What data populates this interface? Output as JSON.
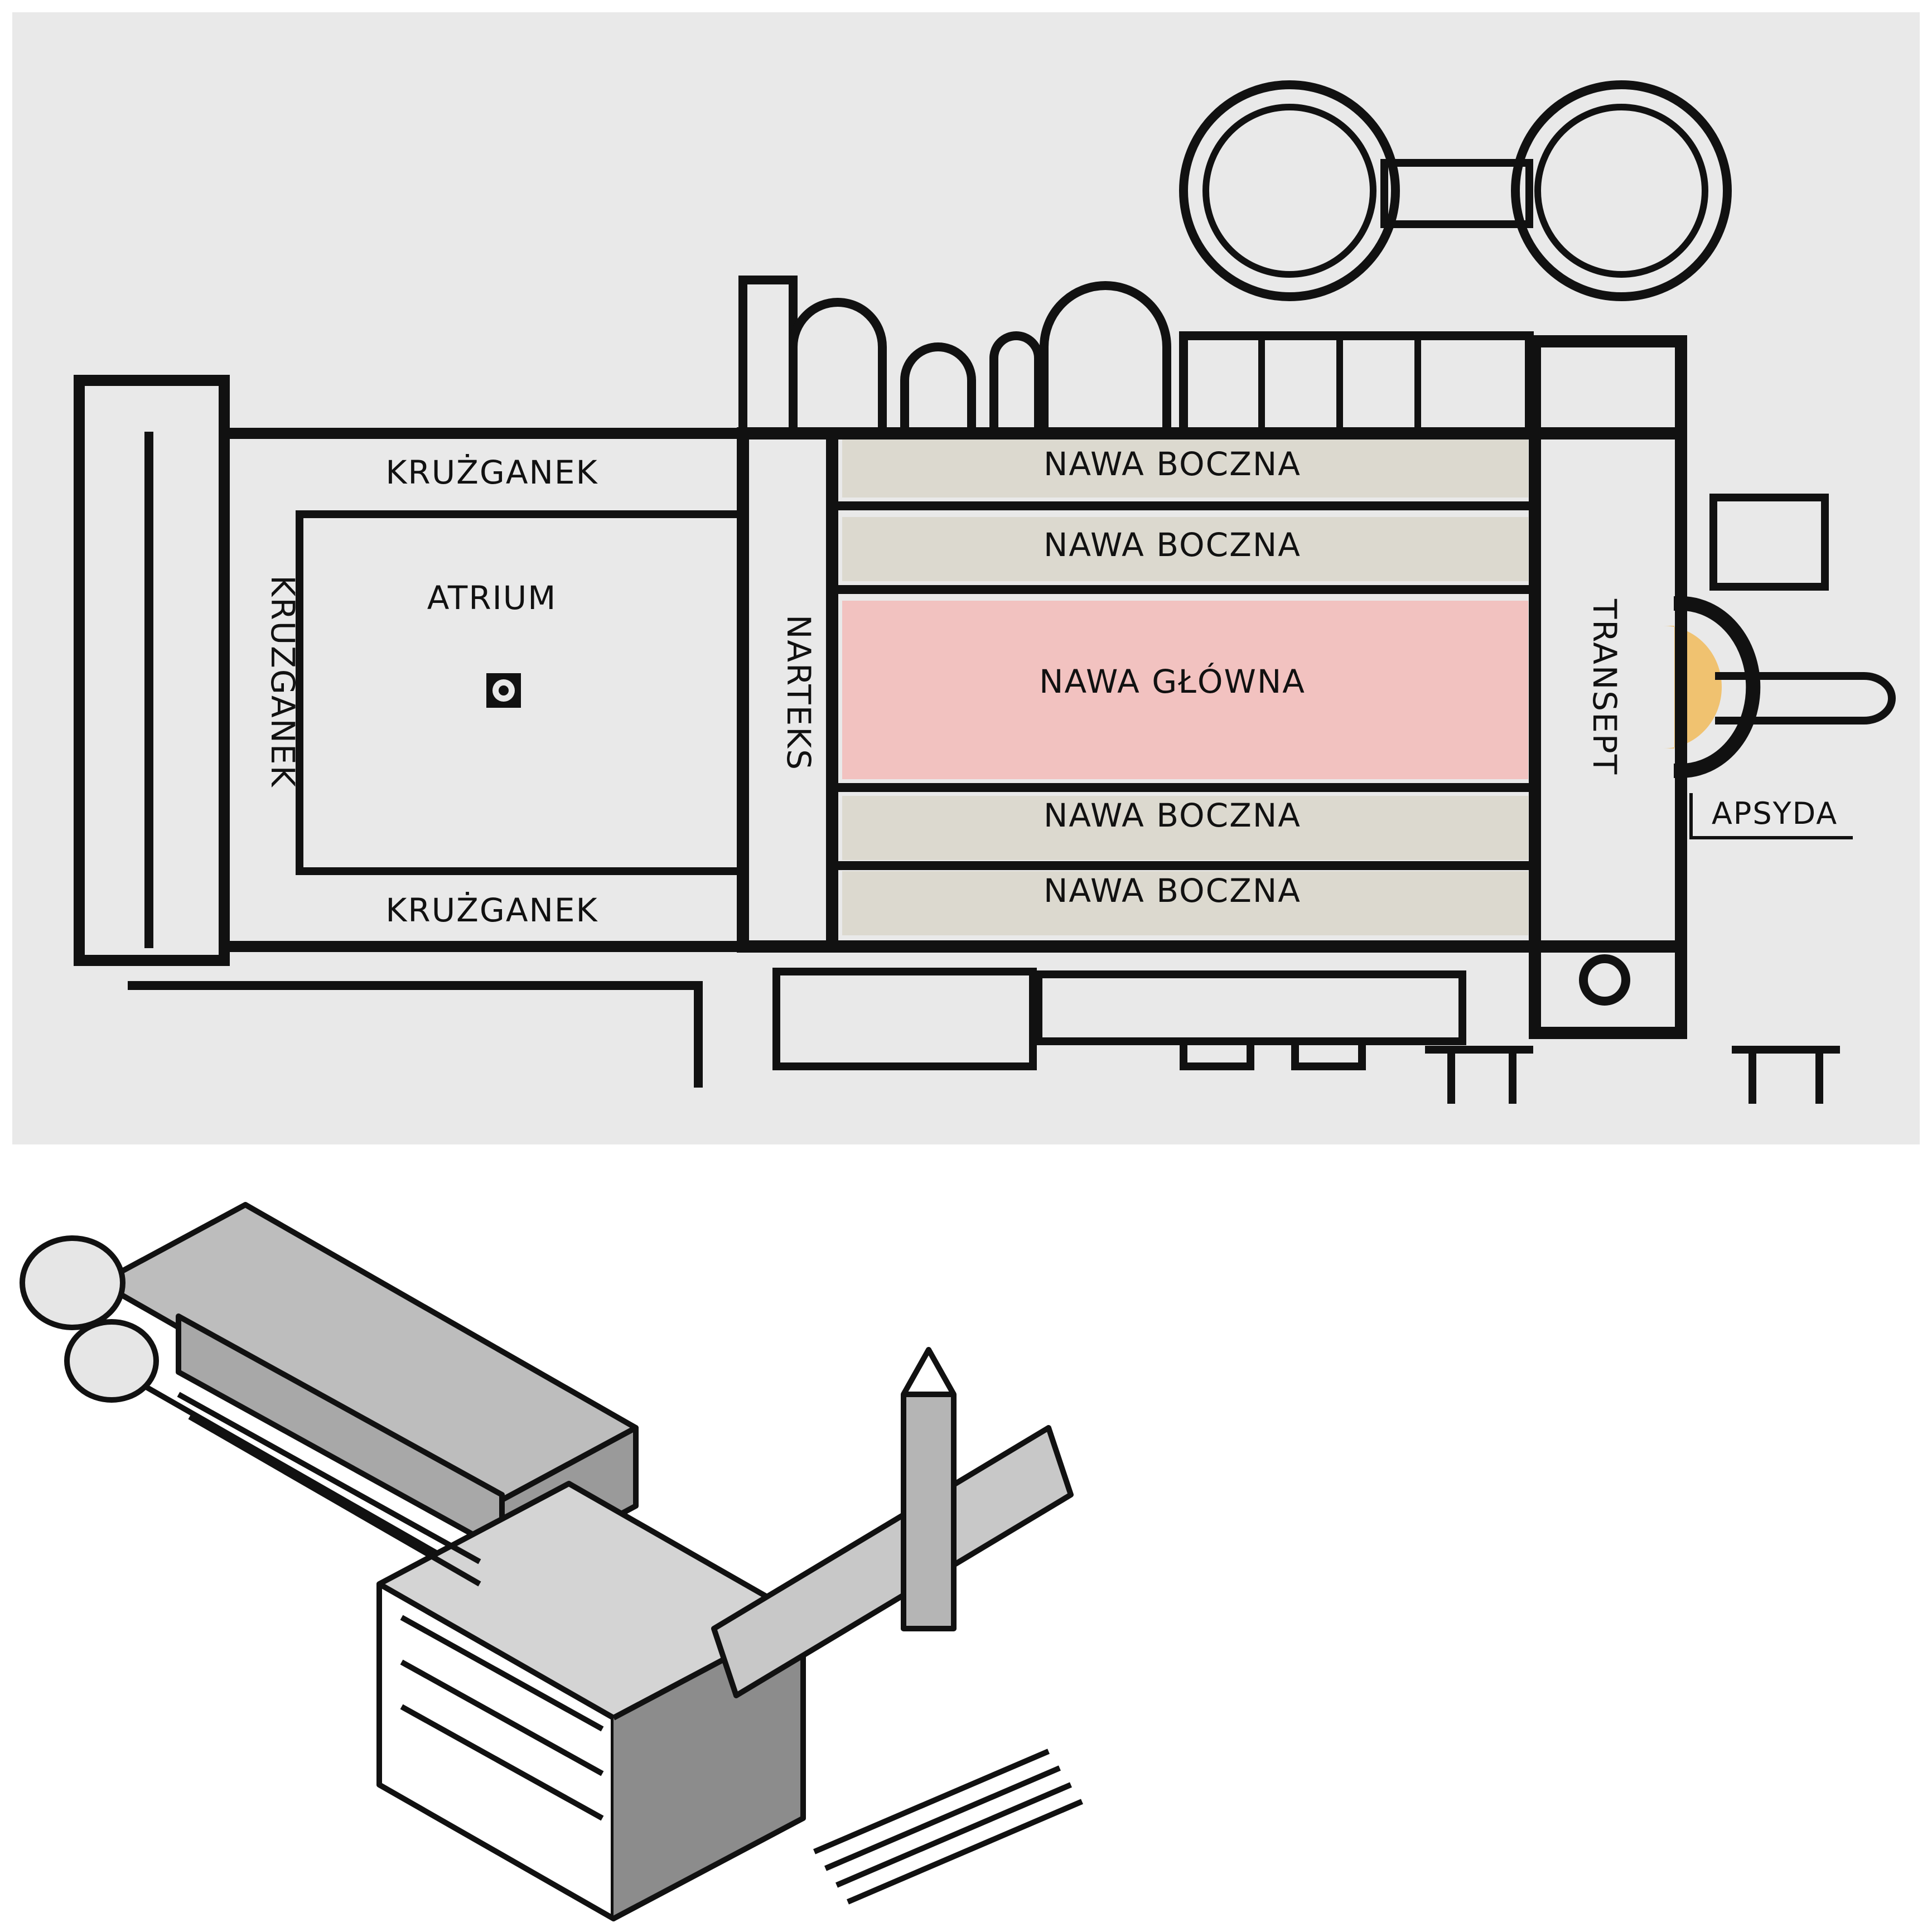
{
  "labels": {
    "cloister_top": "KRUŻGANEK",
    "cloister_left": "KRUŻGANEK",
    "cloister_bottom": "KRUŻGANEK",
    "atrium": "ATRIUM",
    "narthex": "NARTEKS",
    "aisle_1": "NAWA BOCZNA",
    "aisle_2": "NAWA BOCZNA",
    "nave": "NAWA GŁÓWNA",
    "aisle_3": "NAWA BOCZNA",
    "aisle_4": "NAWA BOCZNA",
    "transept": "TRANSEPT",
    "apse": "APSYDA"
  },
  "colors": {
    "panel_background": "#e9e9e9",
    "walls": "#111111",
    "aisle_fill": "#dcd9cf",
    "nave_fill": "#f2c2c0",
    "apse_fill": "#f0c270"
  }
}
